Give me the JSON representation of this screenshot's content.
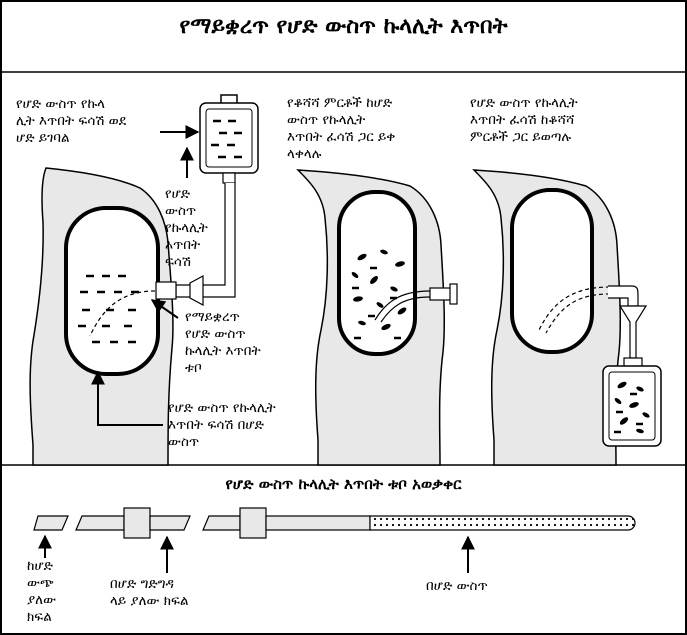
{
  "title": "የማይቋረጥ የሆድ ውስጥ ኩላሊት እጥበት",
  "panels": {
    "first": {
      "fluid_enters": [
        "የሆድ ውስጥ የኩላ",
        "ሊት እጥበት ፍሳሽ ወደ",
        "ሆድ ይገባል"
      ],
      "fluid_label": [
        "የሆድ",
        "ውስጥ",
        "የኩላሊት",
        "እጥበት",
        "ፍሳሽ"
      ],
      "catheter_label": [
        "የማይቋረጥ",
        "የሆድ ውስጥ",
        "ኩላሊት እጥበት",
        "ቱቦ"
      ],
      "fluid_in_abdomen": [
        "የሆድ ውስጥ የኩላሊት",
        "እጥበት ፍሳሽ በሆድ",
        "ውስጥ"
      ]
    },
    "second": {
      "waste_moves": [
        "የቆሻሻ ምርቶች ከሆድ",
        "ውስጥ የኩላሊት",
        "እጥበት ፈሳሽ ጋር ይቀ",
        "ላቀላሉ"
      ]
    },
    "third": {
      "fluid_drains": [
        "የሆድ ውስጥ የኩላሊት",
        "እጥበት ፈሳሽ ከቆሻሻ",
        "ምርቶች ጋር ይወጣሉ"
      ]
    }
  },
  "catheter_section": {
    "title": "የሆድ ውስጥ ኩላሊት እጥበት ቱቦ አወቃቀር",
    "outside_label": [
      "ከሆድ",
      "ውጭ",
      "ያለው",
      "ክፍል"
    ],
    "wall_label": [
      "በሆድ ግድግዳ",
      "ላይ ያለው ክፍል"
    ],
    "inside_label": [
      "በሆድ ውስጥ"
    ]
  },
  "colors": {
    "abdomen_fill": "#e8e8e8",
    "outline": "#000000",
    "background": "#ffffff"
  }
}
